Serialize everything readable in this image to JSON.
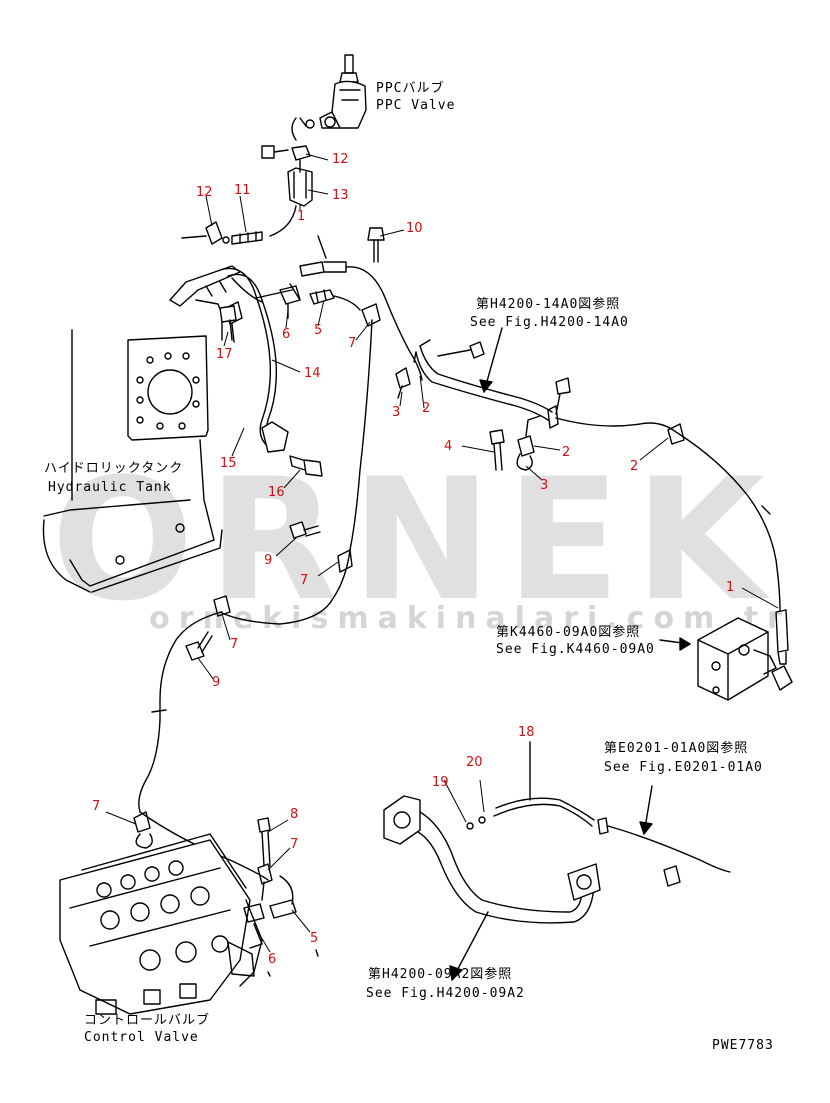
{
  "callouts": {
    "ppc_jp": "PPCバルブ",
    "ppc_en": "PPC Valve",
    "tank_jp": "ハイドロリックタンク",
    "tank_en": "Hydraulic Tank",
    "cv_jp": "コントロールバルブ",
    "cv_en": "Control Valve",
    "ref_h4200_14a0_jp": "第H4200-14A0図参照",
    "ref_h4200_14a0_en": "See Fig.H4200-14A0",
    "ref_k4460_09a0_jp": "第K4460-09A0図参照",
    "ref_k4460_09a0_en": "See Fig.K4460-09A0",
    "ref_e0201_01a0_jp": "第E0201-01A0図参照",
    "ref_e0201_01a0_en": "See Fig.E0201-01A0",
    "ref_h4200_09a2_jp": "第H4200-09A2図参照",
    "ref_h4200_09a2_en": "See Fig.H4200-09A2"
  },
  "watermark": {
    "brand": "ORNEK",
    "url": "ornekismakinalari.com.tr"
  },
  "drawing_code": "PWE7783",
  "part_numbers": [
    "12",
    "13",
    "1",
    "12",
    "11",
    "10",
    "14",
    "5",
    "6",
    "7",
    "17",
    "2",
    "3",
    "2",
    "4",
    "3",
    "15",
    "16",
    "9",
    "7",
    "7",
    "9",
    "2",
    "1",
    "18",
    "19",
    "20",
    "7",
    "8",
    "7",
    "5",
    "6"
  ],
  "colors": {
    "line": "#000000",
    "part_number": "#d01010",
    "watermark": "#d0d0d0"
  }
}
